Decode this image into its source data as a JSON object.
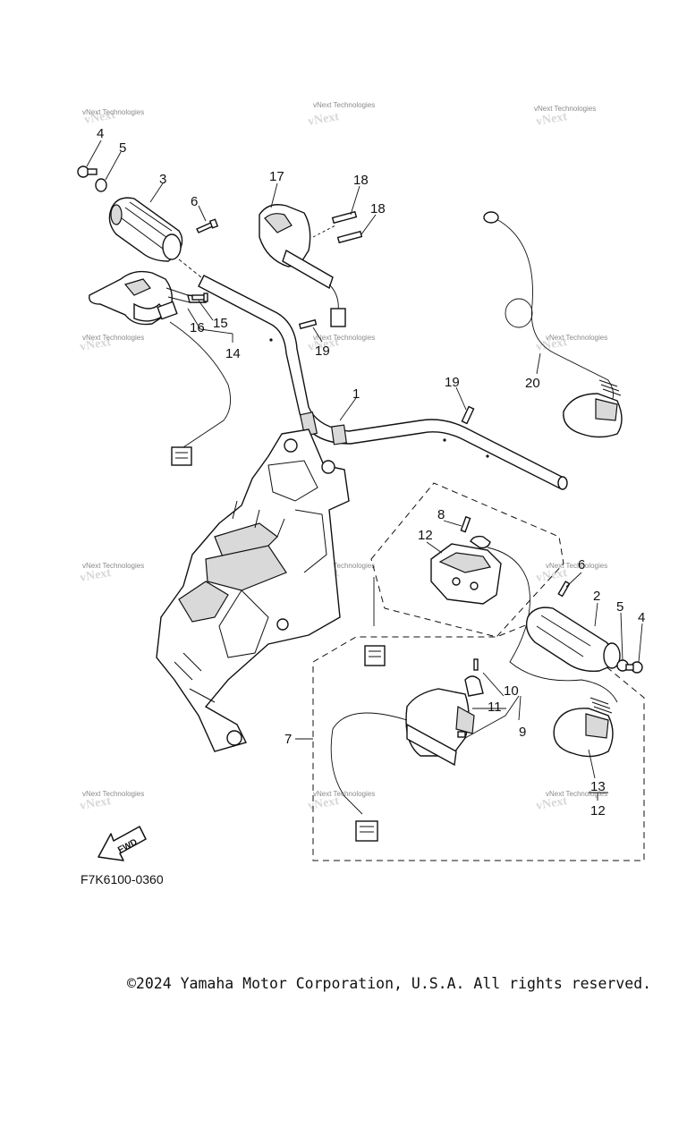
{
  "watermark": "vNext Technologies",
  "diagram_code": "F7K6100-0360",
  "fwd_label": "FWD",
  "copyright": "©2024 Yamaha Motor Corporation, U.S.A. All rights reserved.",
  "labels": {
    "l1": "1",
    "l2": "2",
    "l3": "3",
    "l4a": "4",
    "l4b": "4",
    "l5a": "5",
    "l5b": "5",
    "l6a": "6",
    "l6b": "6",
    "l7": "7",
    "l8": "8",
    "l9": "9",
    "l10": "10",
    "l11": "11",
    "l12a": "12",
    "l12b": "12",
    "l13": "13",
    "l14": "14",
    "l15": "15",
    "l16": "16",
    "l17": "17",
    "l18a": "18",
    "l18b": "18",
    "l19a": "19",
    "l19b": "19",
    "l20": "20"
  }
}
